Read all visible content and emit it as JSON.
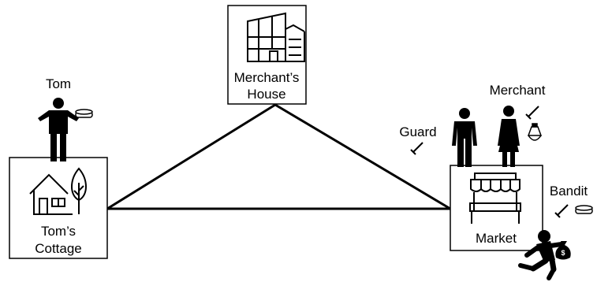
{
  "locations": {
    "merchants_house": {
      "label_line1": "Merchant’s",
      "label_line2": "House",
      "icon": "building-icon"
    },
    "toms_cottage": {
      "label_line1": "Tom’s",
      "label_line2": "Cottage",
      "icon": "house-with-tree-icon"
    },
    "market": {
      "label": "Market",
      "icon": "market-stall-icon"
    }
  },
  "characters": {
    "tom": {
      "label": "Tom",
      "icon": "person-icon",
      "item": "coin-stack-icon"
    },
    "guard": {
      "label": "Guard",
      "icon": "person-icon",
      "item": "sword-icon"
    },
    "merchant": {
      "label": "Merchant",
      "icon": "woman-icon",
      "items": [
        "sword-icon",
        "potion-icon"
      ]
    },
    "bandit": {
      "label": "Bandit",
      "icon": "running-thief-icon",
      "items": [
        "sword-icon",
        "coin-stack-icon",
        "money-bag-icon"
      ]
    }
  },
  "colors": {
    "stroke": "#000000",
    "background": "#ffffff"
  }
}
